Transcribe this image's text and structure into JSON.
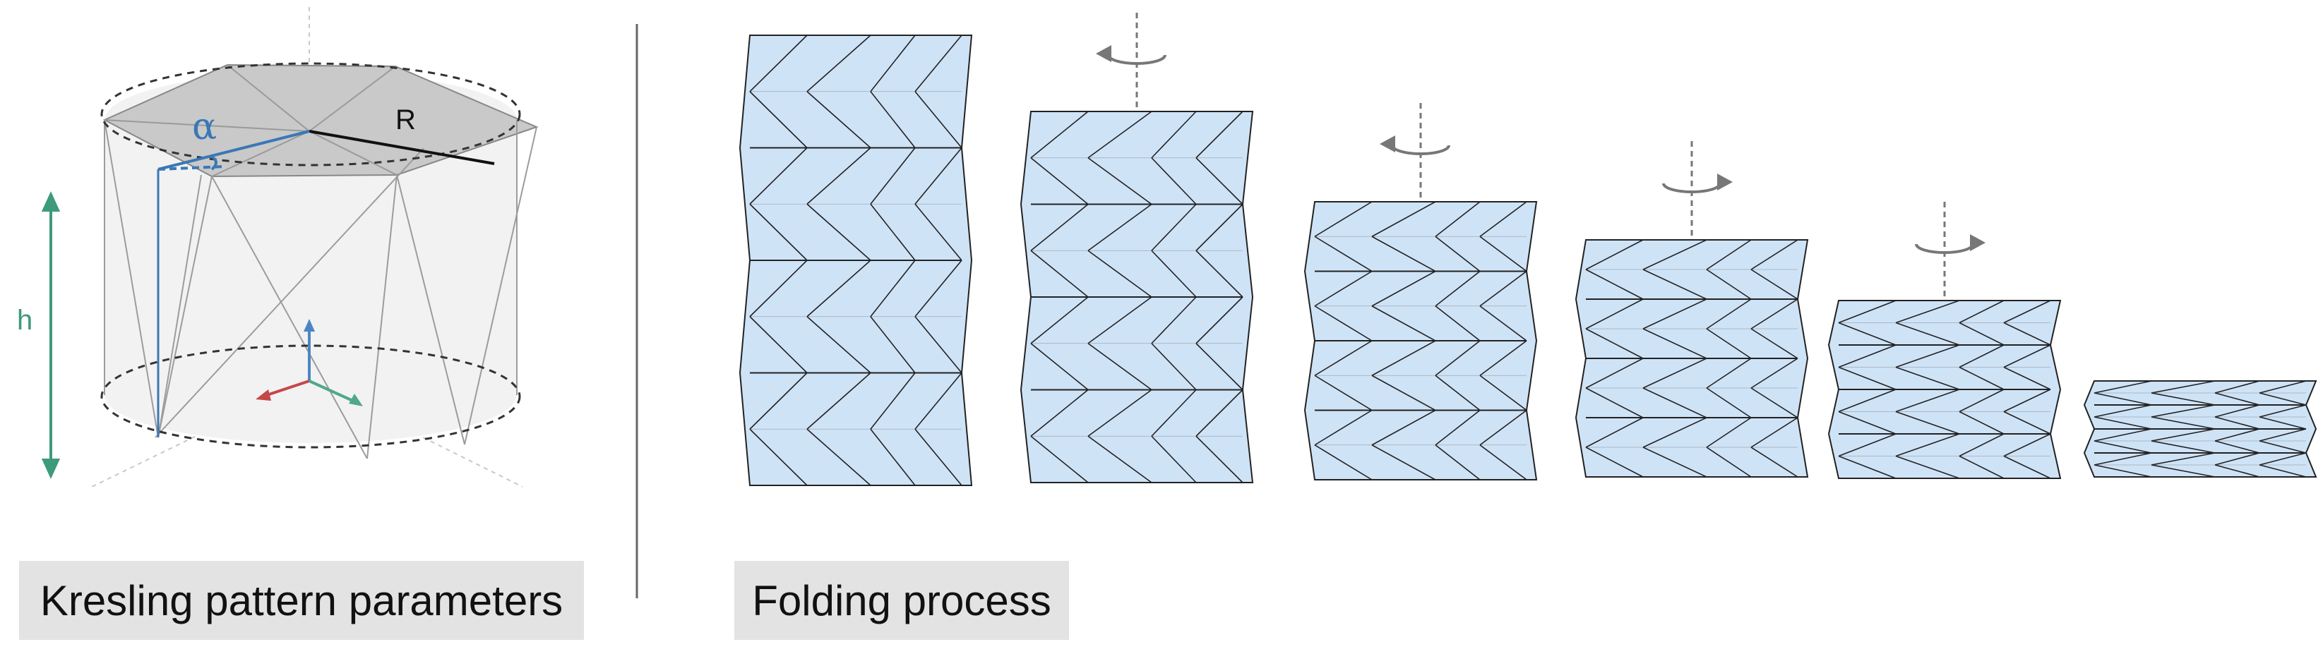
{
  "left_panel": {
    "caption": "Kresling pattern parameters",
    "label_R": "R",
    "label_alpha": "α",
    "label_h": "h",
    "colors": {
      "alpha": "#3a78b5",
      "h": "#3e9a7c",
      "axis_x": "#c44848",
      "axis_y": "#4fa88a",
      "axis_z": "#4a86c4"
    }
  },
  "right_panel": {
    "caption": "Folding process",
    "stage_count": 6,
    "panel_color": "#cfe3f7",
    "rotation_directions": [
      "left",
      "left",
      "right",
      "right"
    ]
  }
}
